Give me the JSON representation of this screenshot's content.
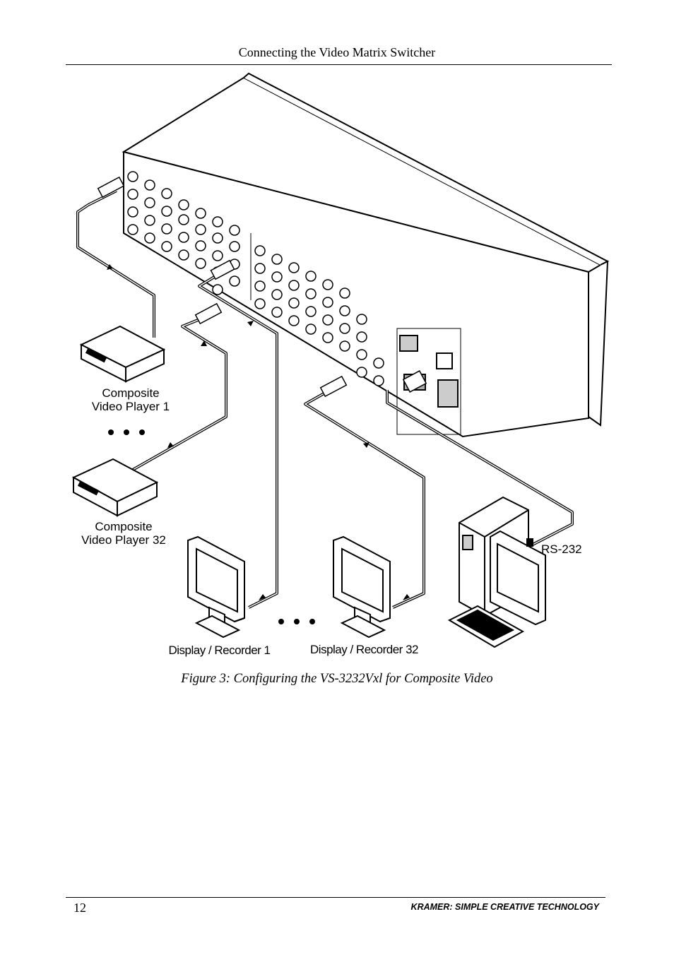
{
  "header": {
    "title": "Connecting the Video Matrix Switcher"
  },
  "figure": {
    "labels": {
      "player_1": [
        "Composite",
        "Video Player 1"
      ],
      "player_32": [
        "Composite",
        "Video Player 32"
      ],
      "display_1": "Display / Recorder 1",
      "display_32": "Display / Recorder 32",
      "rs232": "RS-232"
    },
    "icons": [
      "matrix-switcher-icon",
      "video-player-icon",
      "display-monitor-icon",
      "computer-icon",
      "ellipsis-icon",
      "arrow-icon"
    ],
    "caption": "Figure 3: Configuring the VS-3232Vxl for Composite Video"
  },
  "footer": {
    "page_number": "12",
    "brand": "KRAMER:  SIMPLE CREATIVE TECHNOLOGY"
  }
}
